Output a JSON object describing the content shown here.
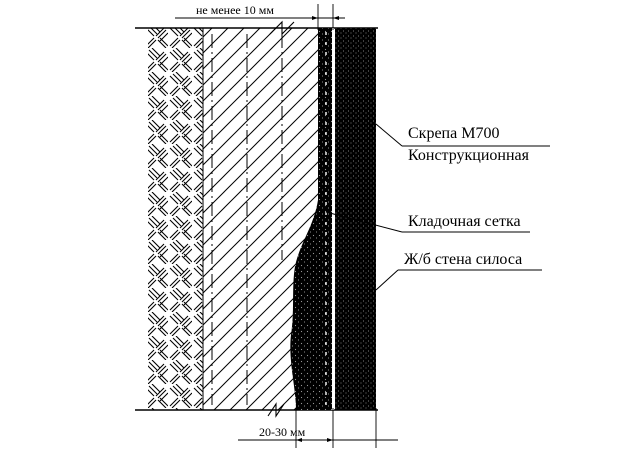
{
  "dimensions": {
    "top": "не менее 10 мм",
    "bottom": "20-30 мм"
  },
  "labels": {
    "shotcrete_line1": "Скрепа М700",
    "shotcrete_line2": "Конструкционная",
    "mesh": "Кладочная сетка",
    "wall": "Ж/б стена силоса"
  },
  "colors": {
    "ink": "#000000",
    "paper": "#ffffff",
    "speckle": "#9a9a9a"
  }
}
